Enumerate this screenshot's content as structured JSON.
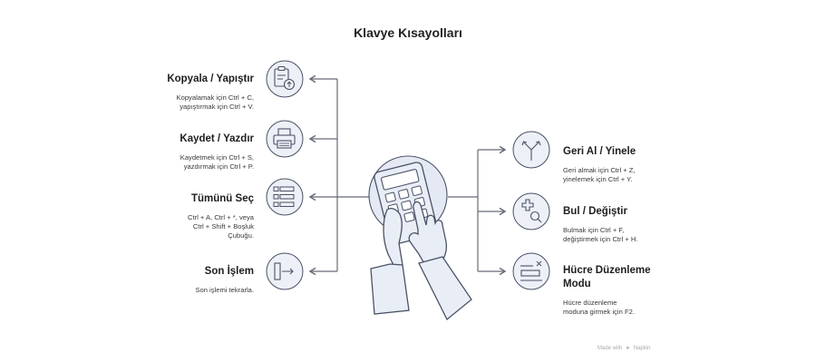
{
  "title": "Klavye Kısayolları",
  "left_items": [
    {
      "title": "Kopyala / Yapıştır",
      "desc": [
        "Kopyalamak için Ctrl + C,",
        "yapıştırmak için Ctrl + V."
      ],
      "icon": "clipboard-paste-icon"
    },
    {
      "title": "Kaydet / Yazdır",
      "desc": [
        "Kaydetmek için Ctrl + S,",
        "yazdırmak için Ctrl + P."
      ],
      "icon": "printer-icon"
    },
    {
      "title": "Tümünü Seç",
      "desc": [
        "Ctrl + A, Ctrl + *, veya",
        "Ctrl + Shift + Boşluk",
        "Çubuğu."
      ],
      "icon": "list-select-icon"
    },
    {
      "title": "Son İşlem",
      "desc": [
        "Son işlemi tekrarla."
      ],
      "icon": "repeat-last-icon"
    }
  ],
  "right_items": [
    {
      "title": "Geri Al / Yinele",
      "desc": [
        "Geri almak için Ctrl + Z,",
        "yinelemek için Ctrl + Y."
      ],
      "icon": "undo-redo-icon"
    },
    {
      "title": "Bul / Değiştir",
      "desc": [
        "Bulmak için Ctrl + F,",
        "değiştirmek için Ctrl + H."
      ],
      "icon": "find-replace-icon"
    },
    {
      "title": [
        "Hücre Düzenleme",
        "Modu"
      ],
      "desc": [
        "Hücre düzenleme",
        "moduna girmek için F2."
      ],
      "icon": "cell-edit-icon"
    }
  ],
  "center_icon": "hands-calculator-icon",
  "footer": {
    "made_with": "Made with",
    "brand": "Napkin"
  },
  "colors": {
    "circle_fill": "#edf0f7",
    "stroke": "#4a5266",
    "connector": "#666b78",
    "center_fill": "#e4e9f4"
  }
}
